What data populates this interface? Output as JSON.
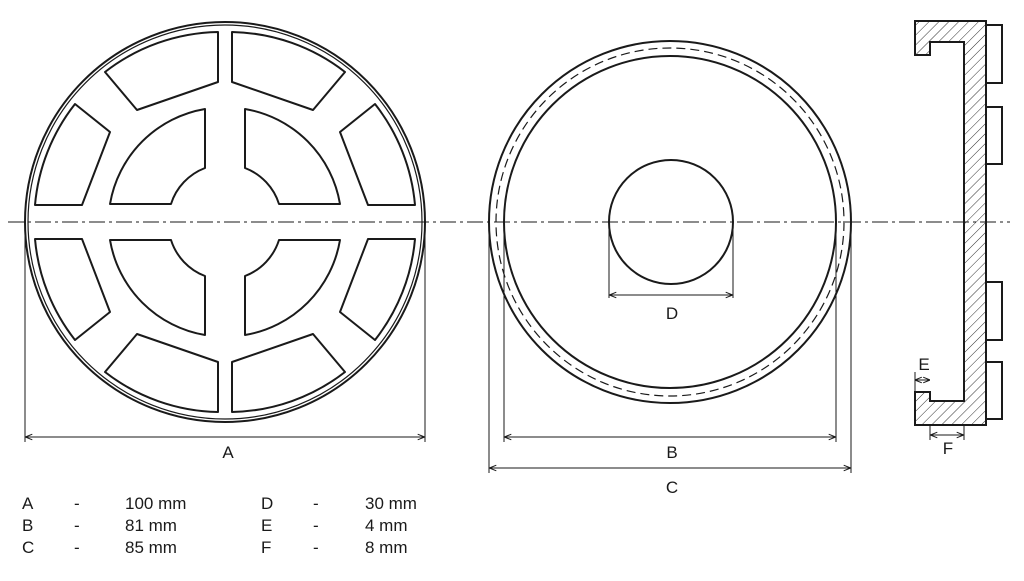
{
  "labels": {
    "A": "A",
    "B": "B",
    "C": "C",
    "D": "D",
    "E": "E",
    "F": "F"
  },
  "legend": [
    {
      "key": "A",
      "sep": "-",
      "value": "100 mm"
    },
    {
      "key": "B",
      "sep": "-",
      "value": "81 mm"
    },
    {
      "key": "C",
      "sep": "-",
      "value": "85 mm"
    },
    {
      "key": "D",
      "sep": "-",
      "value": "30 mm"
    },
    {
      "key": "E",
      "sep": "-",
      "value": "4 mm"
    },
    {
      "key": "F",
      "sep": "-",
      "value": "8 mm"
    }
  ],
  "colors": {
    "line": "#1a1a1a",
    "background": "#ffffff"
  }
}
